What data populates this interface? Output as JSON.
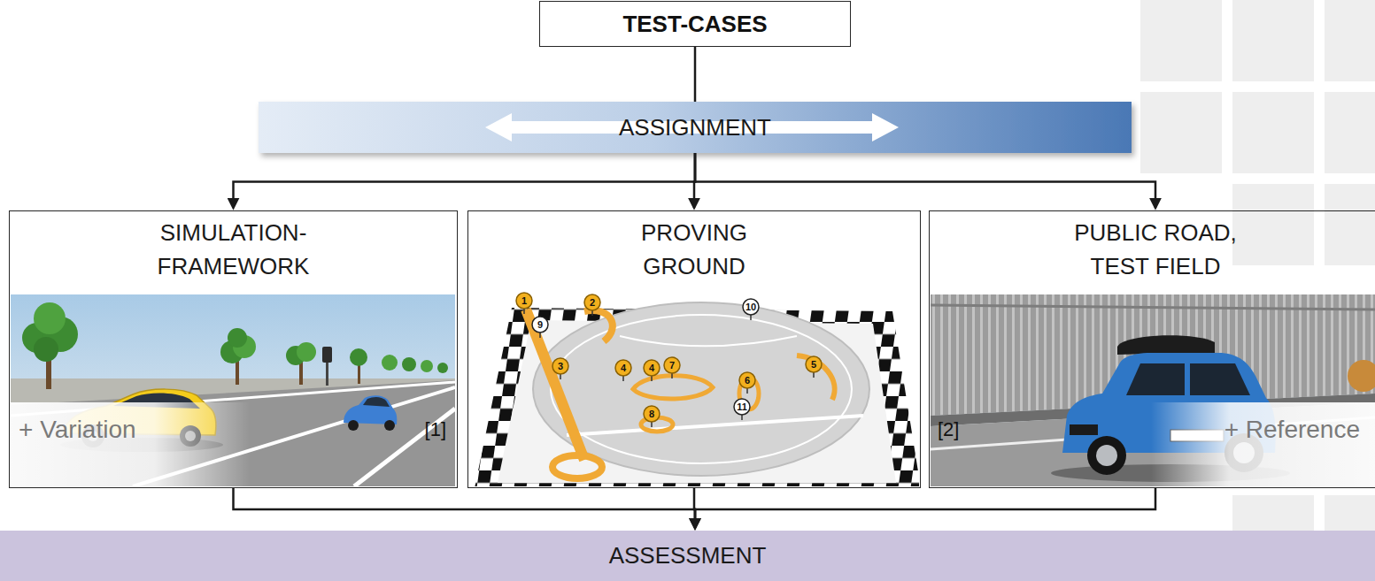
{
  "diagram": {
    "nodes": [
      {
        "text": [
          "TEST-CASES"
        ]
      },
      {
        "text": [
          "ASSIGNMENT"
        ]
      },
      {
        "text": [
          "SIMULATION- FRAMEWORK",
          "+ Variation",
          "[1]"
        ]
      },
      {
        "text": [
          "PROVING GROUND"
        ]
      },
      {
        "text": [
          "PUBLIC ROAD, TEST FIELD",
          "[2]",
          "+ Reference"
        ]
      },
      {
        "text": [
          "ASSESSMENT"
        ]
      }
    ],
    "edges": [
      {
        "from": 0,
        "to": 1,
        "arrow": "none"
      },
      {
        "from": 1,
        "to": 2,
        "arrow": "to"
      },
      {
        "from": 1,
        "to": 3,
        "arrow": "to"
      },
      {
        "from": 1,
        "to": 4,
        "arrow": "to"
      },
      {
        "from": 2,
        "to": 5,
        "arrow": "to"
      },
      {
        "from": 3,
        "to": 5,
        "arrow": "to"
      },
      {
        "from": 4,
        "to": 5,
        "arrow": "to"
      }
    ],
    "labels": [
      "1",
      "2",
      "10",
      "9",
      "3",
      "4",
      "4",
      "7",
      "5",
      "6",
      "11",
      "8"
    ]
  }
}
